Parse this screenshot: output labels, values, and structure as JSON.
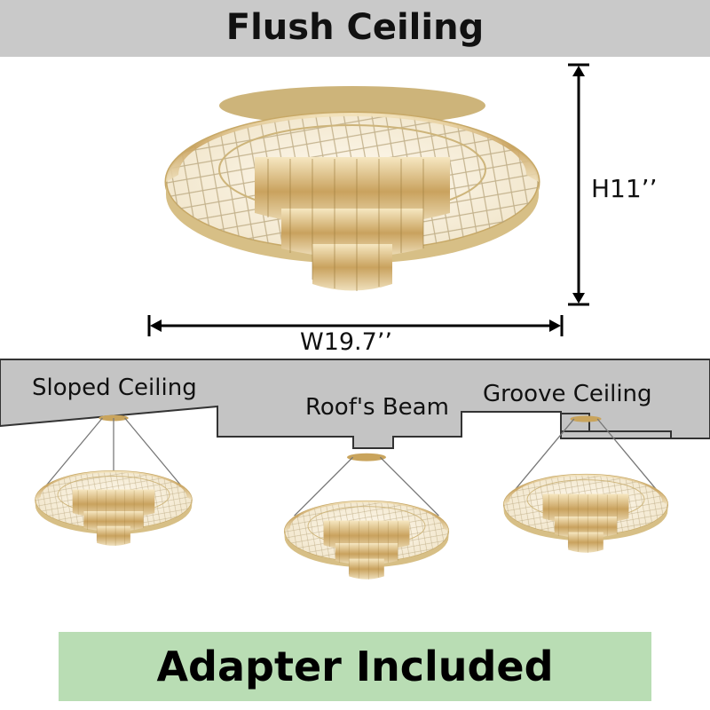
{
  "header": {
    "title": "Flush Ceiling"
  },
  "dimensions": {
    "height": "H11’’",
    "width": "W19.7’’"
  },
  "installations": [
    {
      "label": "Sloped Ceiling"
    },
    {
      "label": "Roof's Beam"
    },
    {
      "label": "Groove Ceiling"
    }
  ],
  "footer": {
    "label": "Adapter Included"
  },
  "colors": {
    "banner": "#c9c9c9",
    "ceiling": "#c4c4c4",
    "footer": "#b9ddb4",
    "gold": "#c9a45c",
    "crystal": "#e8d6a8"
  }
}
